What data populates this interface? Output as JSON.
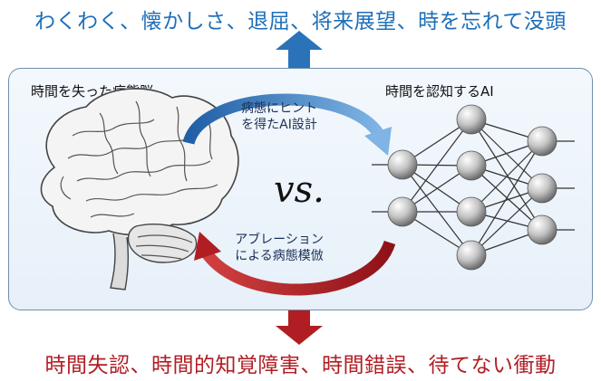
{
  "top_text": "わくわく、懐かしさ、退屈、将来展望、時を忘れて没頭",
  "bottom_text": "時間失認、時間的知覚障害、時間錯誤、待てない衝動",
  "left_label": "時間を失った病態脳",
  "right_label": "時間を認知するAI",
  "top_arrow_caption": [
    "病態にヒント",
    "を得たAI設計"
  ],
  "bottom_arrow_caption": [
    "アブレーション",
    "による病態模倣"
  ],
  "vs_text": "vs.",
  "colors": {
    "top_arrow": "#2a73b8",
    "bottom_arrow": "#b01e24",
    "panel_border": "#6f8fb0"
  },
  "icons": {
    "brain": "brain-icon",
    "network": "neural-network-icon"
  }
}
